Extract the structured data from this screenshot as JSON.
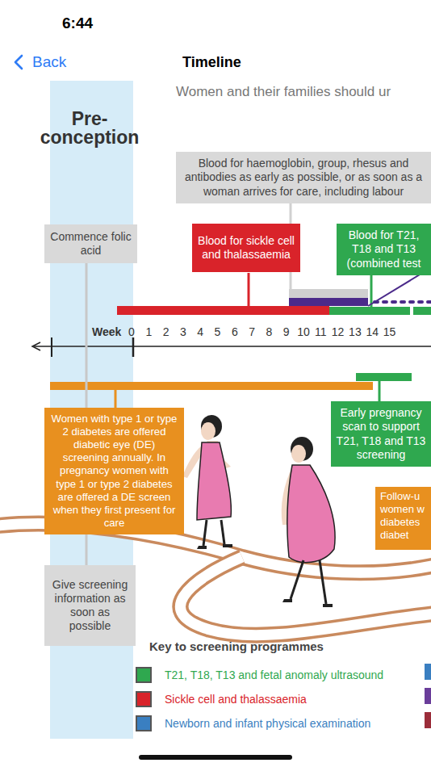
{
  "diagram": {
    "nodes": [
      {
        "text": [
          "Commence folic acid"
        ]
      },
      {
        "text": [
          "Blood for haemoglobin, group, rhesus and antibodies as early as possible, or as soon as a woman arrives for care, including labour"
        ]
      },
      {
        "text": [
          "Blood for sickle cell and thalassaemia"
        ]
      },
      {
        "text": [
          "Blood for T21, T18 and T13 (combined test"
        ]
      },
      {
        "text": [
          "Women with type 1 or type 2 diabetes are offered diabetic eye (DE) screening annually. In pregnancy women with type 1 or type 2 diabetes are offered a DE screen when they first present for care"
        ]
      },
      {
        "text": [
          "Early pregnancy scan to support T21, T18 and T13 screening"
        ]
      },
      {
        "text": [
          "Follow-u women w diabetes diabet"
        ]
      },
      {
        "text": [
          "Give screening information as soon as possible"
        ]
      }
    ],
    "edges": [
      {
        "from": 0,
        "to": 4,
        "arrow": "none"
      },
      {
        "from": 4,
        "to": 7,
        "arrow": "none"
      }
    ],
    "labels": [
      "6:44",
      "Back",
      "Timeline",
      "Women and their families should ur",
      "Pre- conception",
      "Week",
      "0",
      "1",
      "2",
      "3",
      "4",
      "5",
      "6",
      "7",
      "8",
      "9",
      "10",
      "11",
      "12",
      "13",
      "14",
      "15",
      "Key to screening programmes"
    ],
    "legend": [
      {
        "text": "T21, T18, T13 and fetal anomaly ultrasound",
        "color": "#2fa84f"
      },
      {
        "text": "Sickle cell and thalassaemia",
        "color": "#d9232a"
      },
      {
        "text": "Newborn and infant physical examination",
        "color": "#3a7fc1"
      }
    ]
  }
}
